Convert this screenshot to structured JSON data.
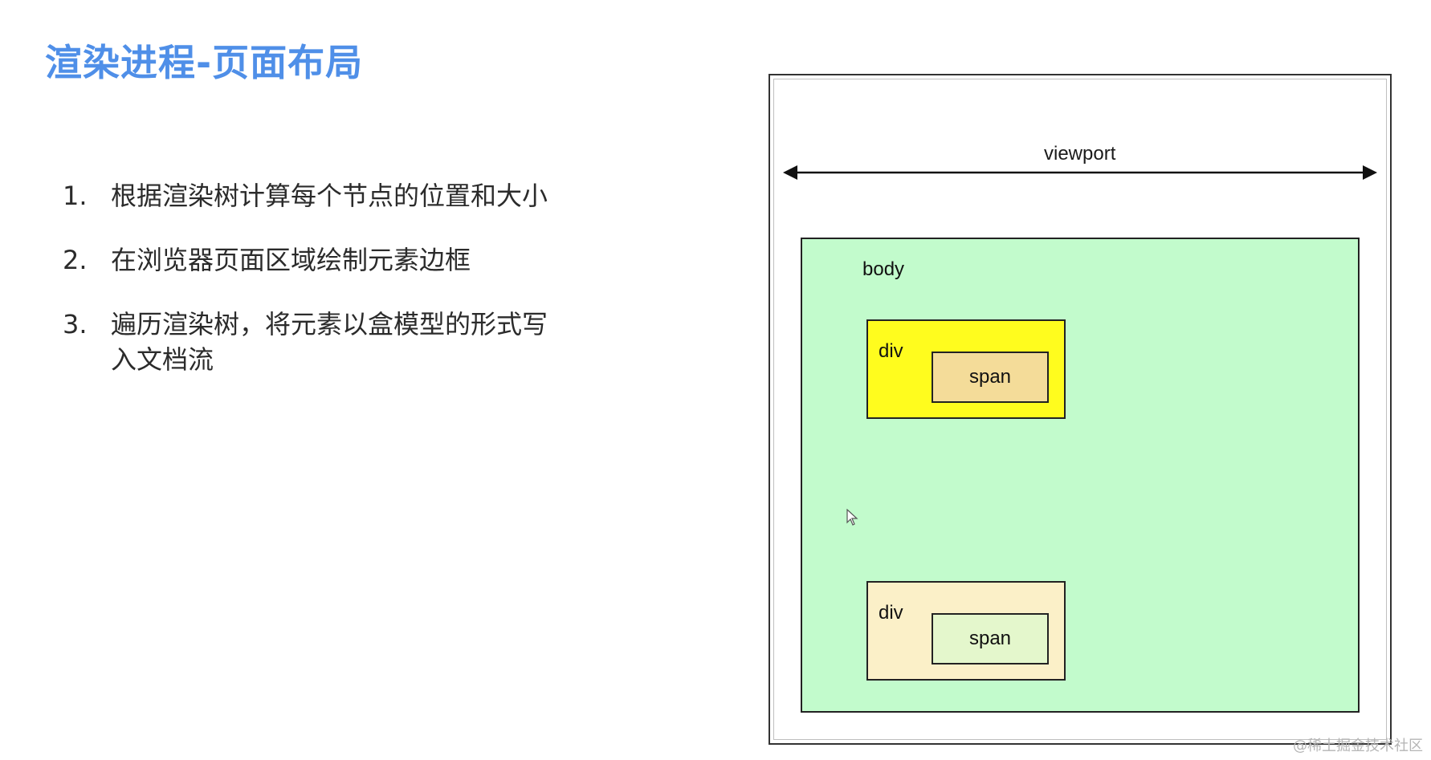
{
  "slide": {
    "title": "渲染进程-页面布局",
    "steps": [
      {
        "num": "1.",
        "text": "根据渲染树计算每个节点的位置和大小"
      },
      {
        "num": "2.",
        "text": "在浏览器页面区域绘制元素边框"
      },
      {
        "num": "3.",
        "text": "遍历渲染树，将元素以盒模型的形式写入文档流"
      }
    ]
  },
  "diagram": {
    "viewport_label": "viewport",
    "body_label": "body",
    "divs": [
      {
        "label": "div",
        "span_label": "span",
        "color": "#fffc1e",
        "span_color": "#f4dc99"
      },
      {
        "label": "div",
        "span_label": "span",
        "color": "#fbf0c8",
        "span_color": "#e4f7cc"
      }
    ],
    "body_color": "#c2fbcc",
    "arrow_icon": "double-headed-arrow-icon",
    "cursor_icon": "mouse-pointer-icon"
  },
  "watermark": "@稀土掘金技术社区",
  "colors": {
    "title": "#4f8fe8",
    "text": "#2b2b2b"
  }
}
